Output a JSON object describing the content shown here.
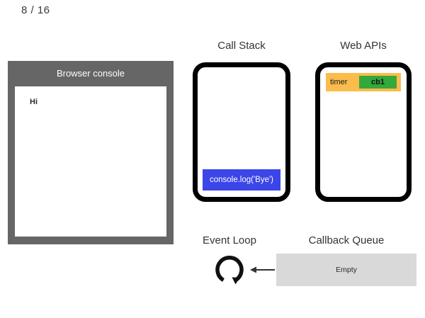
{
  "slide": {
    "counter": "8 / 16"
  },
  "console_panel": {
    "title": "Browser console",
    "lines": [
      "Hi"
    ]
  },
  "call_stack": {
    "heading": "Call Stack",
    "frames": [
      "console.log('Bye')"
    ]
  },
  "web_apis": {
    "heading": "Web APIs",
    "tasks": [
      {
        "label": "timer",
        "callback": "cb1"
      }
    ]
  },
  "event_loop": {
    "heading": "Event Loop",
    "icon": "circular-arrow-icon"
  },
  "callback_queue": {
    "heading": "Callback Queue",
    "content": "Empty"
  },
  "colors": {
    "console_frame": "#666666",
    "stack_frame_bg": "#3b45e8",
    "webapi_task_bg": "#fbbc4c",
    "webapi_callback_bg": "#34a83a",
    "callback_queue_bg": "#d9d9d9",
    "panel_border": "#000000"
  }
}
